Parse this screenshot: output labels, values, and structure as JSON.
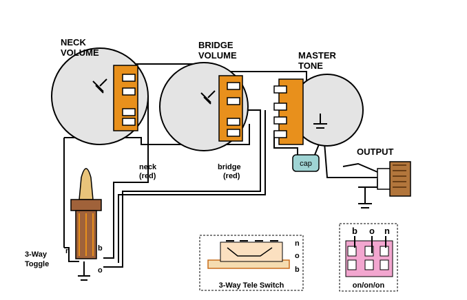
{
  "labels": {
    "neck_volume": [
      "NECK",
      "VOLUME"
    ],
    "bridge_volume": [
      "BRIDGE",
      "VOLUME"
    ],
    "master_tone": [
      "MASTER",
      "TONE"
    ],
    "output": "OUTPUT",
    "cap": "cap",
    "neck_wire": [
      "neck",
      "(red)"
    ],
    "bridge_wire": [
      "bridge",
      "(red)"
    ],
    "toggle": [
      "3-Way",
      "Toggle"
    ],
    "toggle_n": "n",
    "toggle_b": "b",
    "toggle_o": "o",
    "tele_switch": "3-Way Tele Switch",
    "tele_n": "n",
    "tele_o": "o",
    "tele_b": "b",
    "onon_b": "b",
    "onon_o": "o",
    "onon_n": "n",
    "on_on_on": "on/on/on"
  },
  "colors": {
    "pot_body": "#e4e4e4",
    "lug_orange": "#e8901c",
    "cap_fill": "#9fd4d4",
    "switch_pink": "#f2a6cf",
    "toggle_tip": "#e9c47a",
    "toggle_body": "#a0623a",
    "wire": "#000000"
  }
}
